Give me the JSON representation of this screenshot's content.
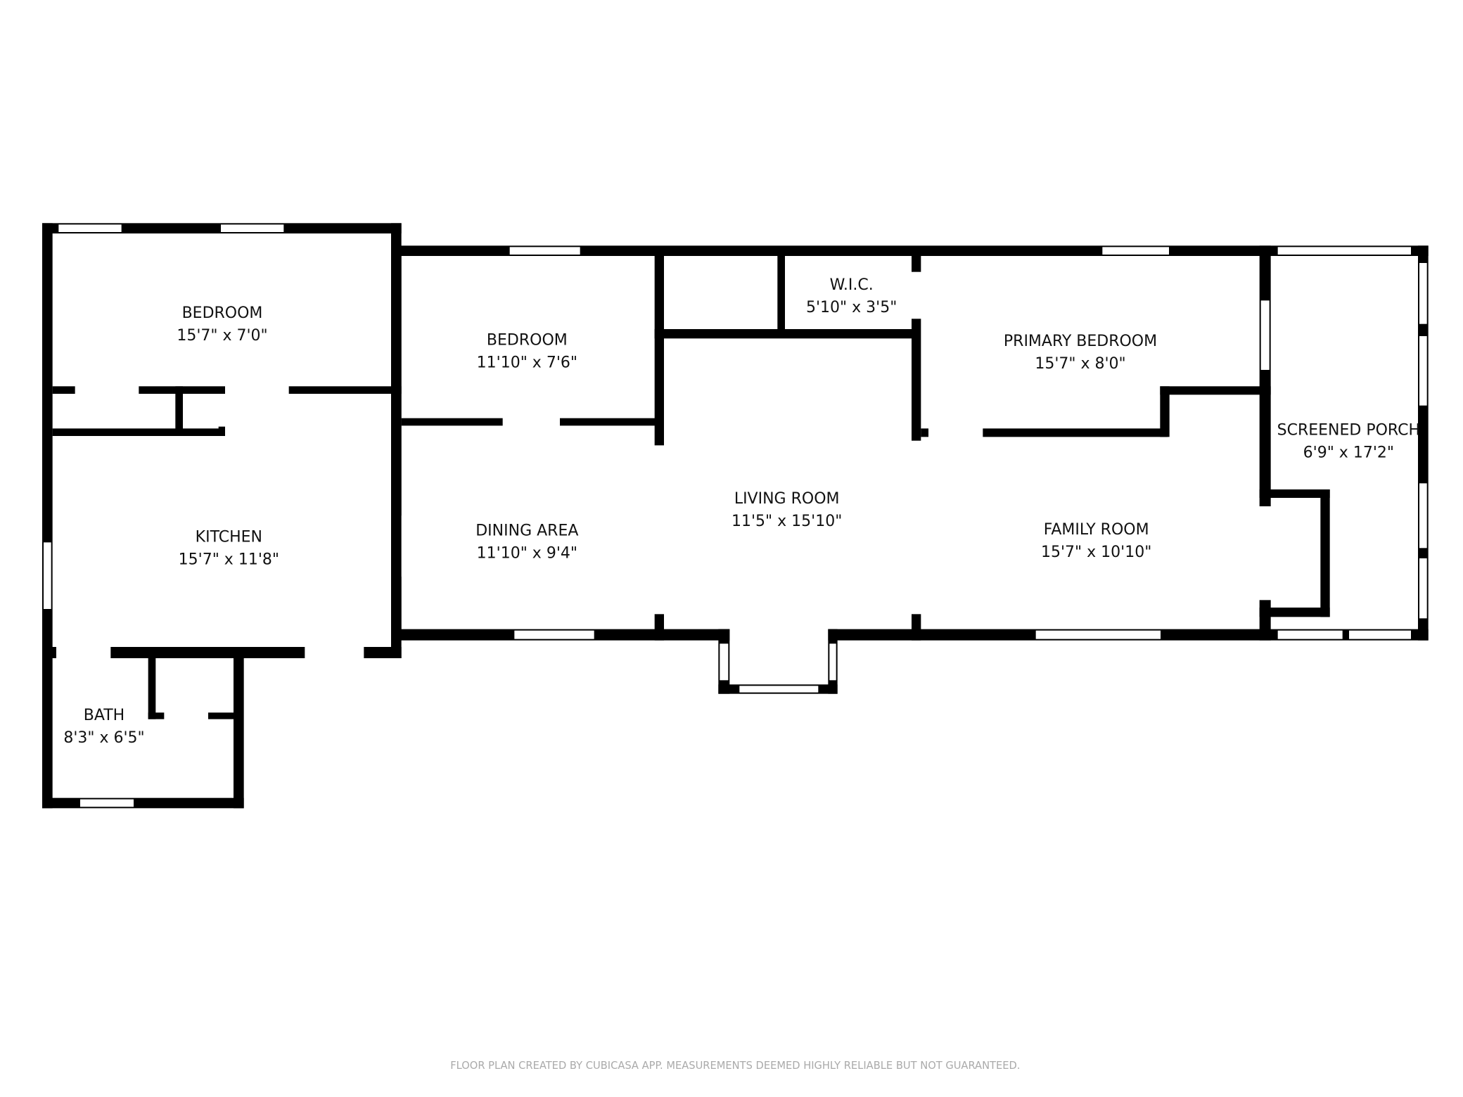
{
  "rooms": [
    {
      "name": "BEDROOM",
      "size": "15'7\" x 7'0\""
    },
    {
      "name": "BEDROOM",
      "size": "11'10\" x 7'6\""
    },
    {
      "name": "W.I.C.",
      "size": "5'10\" x 3'5\""
    },
    {
      "name": "PRIMARY BEDROOM",
      "size": "15'7\" x 8'0\""
    },
    {
      "name": "SCREENED PORCH",
      "size": "6'9\" x 17'2\""
    },
    {
      "name": "KITCHEN",
      "size": "15'7\" x 11'8\""
    },
    {
      "name": "DINING AREA",
      "size": "11'10\" x 9'4\""
    },
    {
      "name": "LIVING ROOM",
      "size": "11'5\" x 15'10\""
    },
    {
      "name": "FAMILY ROOM",
      "size": "15'7\" x 10'10\""
    },
    {
      "name": "BATH",
      "size": "8'3\" x 6'5\""
    }
  ],
  "footer": "FLOOR PLAN CREATED BY CUBICASA APP. MEASUREMENTS DEEMED HIGHLY RELIABLE BUT NOT GUARANTEED."
}
